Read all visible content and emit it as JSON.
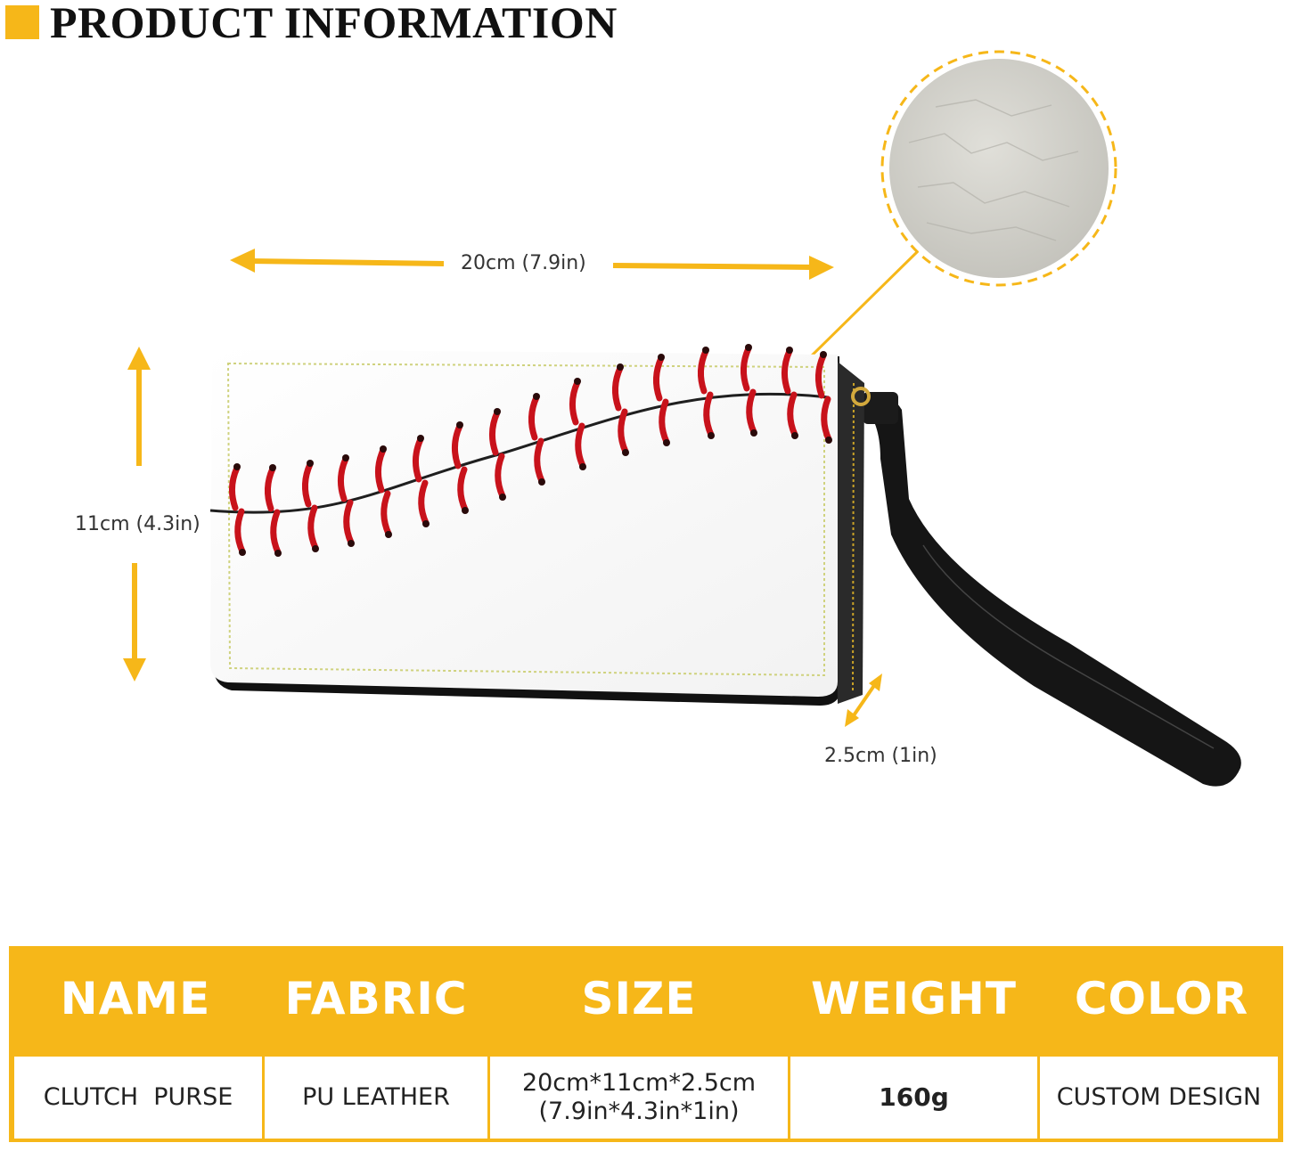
{
  "header": {
    "title": "PRODUCT INFORMATION"
  },
  "dimensions": {
    "width": "20cm (7.9in)",
    "height": "11cm (4.3in)",
    "depth": "2.5cm (1in)"
  },
  "colors": {
    "accent": "#f6b719",
    "stitch_red": "#c8121b",
    "seam": "#222222",
    "strap": "#151515"
  },
  "table": {
    "headers": [
      "NAME",
      "FABRIC",
      "SIZE",
      "WEIGHT",
      "COLOR"
    ],
    "values": {
      "name": "CLUTCH  PURSE",
      "fabric": "PU LEATHER",
      "size_line1": "20cm*11cm*2.5cm",
      "size_line2": "(7.9in*4.3in*1in)",
      "weight": "160g",
      "color": "CUSTOM DESIGN"
    }
  }
}
